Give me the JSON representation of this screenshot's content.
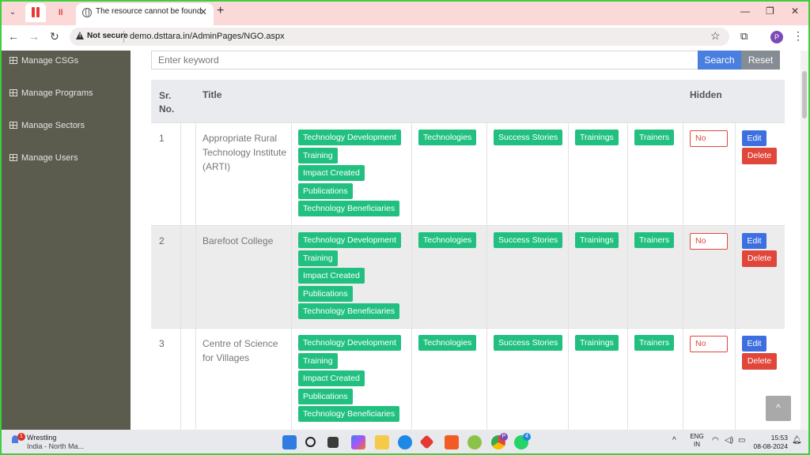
{
  "browser": {
    "tab_title": "The resource cannot be found.",
    "not_secure": "Not secure",
    "url": "demo.dsttara.in/AdminPages/NGO.aspx",
    "profile_initial": "P"
  },
  "sidebar": {
    "items": [
      {
        "label": "Manage CSGs"
      },
      {
        "label": "Manage Programs"
      },
      {
        "label": "Manage Sectors"
      },
      {
        "label": "Manage Users"
      }
    ]
  },
  "search": {
    "placeholder": "Enter keyword",
    "search_label": "Search",
    "reset_label": "Reset"
  },
  "table": {
    "headers": {
      "sr": "Sr. No.",
      "title": "Title",
      "hidden": "Hidden"
    },
    "rows": [
      {
        "sr": "1",
        "title": "Appropriate Rural Technology Institute (ARTI)",
        "tags": [
          "Technology Development",
          "Training",
          "Impact Created",
          "Publications",
          "Technology Beneficiaries"
        ],
        "links": [
          "Technologies",
          "Success Stories",
          "Trainings",
          "Trainers"
        ],
        "hidden": "No",
        "edit": "Edit",
        "delete": "Delete"
      },
      {
        "sr": "2",
        "title": "Barefoot College",
        "tags": [
          "Technology Development",
          "Training",
          "Impact Created",
          "Publications",
          "Technology Beneficiaries"
        ],
        "links": [
          "Technologies",
          "Success Stories",
          "Trainings",
          "Trainers"
        ],
        "hidden": "No",
        "edit": "Edit",
        "delete": "Delete"
      },
      {
        "sr": "3",
        "title": "Centre of Science for Villages",
        "tags": [
          "Technology Development",
          "Training",
          "Impact Created",
          "Publications",
          "Technology Beneficiaries"
        ],
        "links": [
          "Technologies",
          "Success Stories",
          "Trainings",
          "Trainers"
        ],
        "hidden": "No",
        "edit": "Edit",
        "delete": "Delete"
      }
    ]
  },
  "taskbar": {
    "weather_title": "Wrestling",
    "weather_sub": "India - North Ma...",
    "weather_badge": "1",
    "lang_top": "ENG",
    "lang_bottom": "IN",
    "time": "15:53",
    "date": "08-08-2024",
    "whatsapp_badge": "4",
    "chrome_badge": "P"
  },
  "colors": {
    "tag_green": "#22c080",
    "search_blue": "#4a7fe0",
    "delete_red": "#e0463a",
    "sidebar_bg": "#5b5b4e",
    "tabbar_pink": "#fbd9d9"
  }
}
